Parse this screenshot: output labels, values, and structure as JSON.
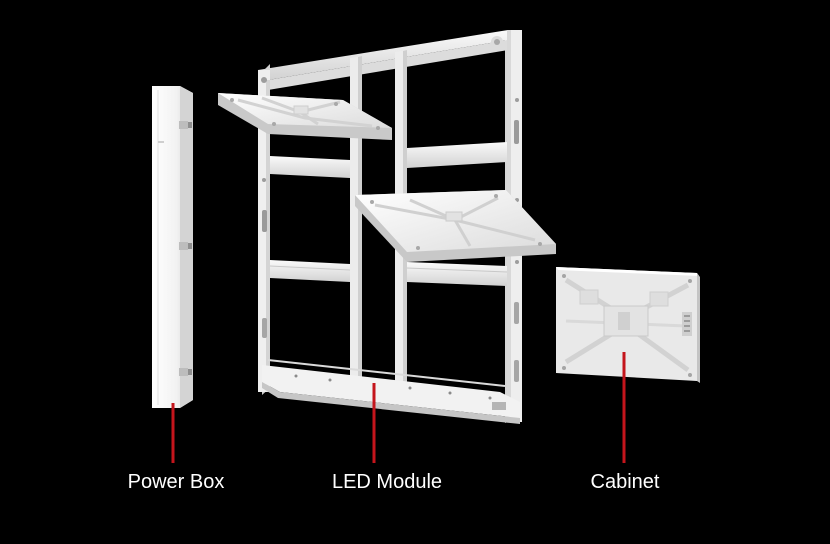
{
  "labels": {
    "power_box": "Power Box",
    "led_module": "LED Module",
    "cabinet": "Cabinet"
  },
  "colors": {
    "background": "#000000",
    "leader_line": "#c4151c",
    "label_text": "#ffffff",
    "component_white": "#f1f1f1",
    "component_shadow": "#c9c9c9"
  }
}
